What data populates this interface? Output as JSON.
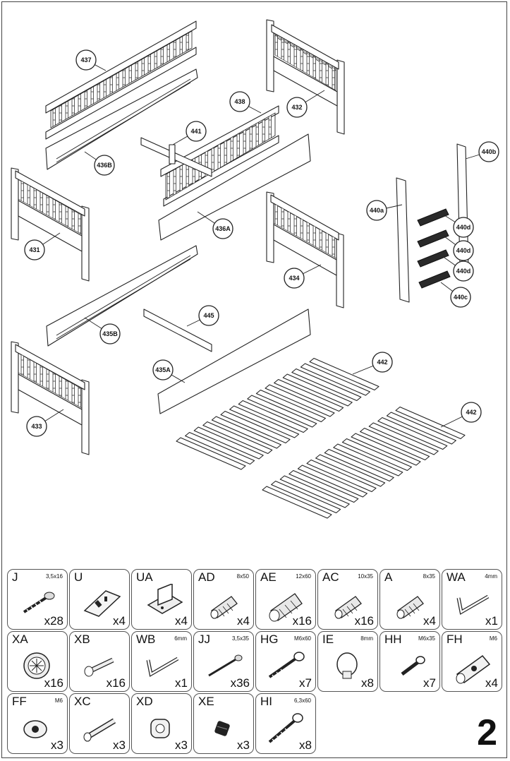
{
  "parts": [
    {
      "id": "p437",
      "label": "437"
    },
    {
      "id": "p432",
      "label": "432"
    },
    {
      "id": "p438",
      "label": "438"
    },
    {
      "id": "p441",
      "label": "441"
    },
    {
      "id": "p436B",
      "label": "436B"
    },
    {
      "id": "p440b",
      "label": "440b"
    },
    {
      "id": "p440a",
      "label": "440a"
    },
    {
      "id": "p436A",
      "label": "436A"
    },
    {
      "id": "p431",
      "label": "431"
    },
    {
      "id": "p440d1",
      "label": "440d"
    },
    {
      "id": "p440d2",
      "label": "440d"
    },
    {
      "id": "p440d3",
      "label": "440d"
    },
    {
      "id": "p440c",
      "label": "440c"
    },
    {
      "id": "p434",
      "label": "434"
    },
    {
      "id": "p445",
      "label": "445"
    },
    {
      "id": "p435B",
      "label": "435B"
    },
    {
      "id": "p442a",
      "label": "442"
    },
    {
      "id": "p435A",
      "label": "435A"
    },
    {
      "id": "p442b",
      "label": "442"
    },
    {
      "id": "p433",
      "label": "433"
    }
  ],
  "hardware": [
    {
      "code": "J",
      "dim": "3,5x16",
      "qty": "x28",
      "icon": "wood-screw-icon"
    },
    {
      "code": "U",
      "dim": "",
      "qty": "x4",
      "icon": "mounting-plate-icon"
    },
    {
      "code": "UA",
      "dim": "",
      "qty": "x4",
      "icon": "angle-bracket-icon"
    },
    {
      "code": "AD",
      "dim": "8x50",
      "qty": "x4",
      "icon": "dowel-icon"
    },
    {
      "code": "AE",
      "dim": "12x60",
      "qty": "x16",
      "icon": "large-dowel-icon"
    },
    {
      "code": "AC",
      "dim": "10x35",
      "qty": "x16",
      "icon": "dowel-icon"
    },
    {
      "code": "A",
      "dim": "8x35",
      "qty": "x4",
      "icon": "dowel-icon"
    },
    {
      "code": "WA",
      "dim": "4mm",
      "qty": "x1",
      "icon": "allen-key-icon"
    },
    {
      "code": "XA",
      "dim": "",
      "qty": "x16",
      "icon": "cam-lock-icon"
    },
    {
      "code": "XB",
      "dim": "",
      "qty": "x16",
      "icon": "cam-bolt-icon"
    },
    {
      "code": "WB",
      "dim": "6mm",
      "qty": "x1",
      "icon": "allen-key-icon"
    },
    {
      "code": "JJ",
      "dim": "3,5x35",
      "qty": "x36",
      "icon": "long-screw-icon"
    },
    {
      "code": "HG",
      "dim": "M6x60",
      "qty": "x7",
      "icon": "bolt-icon"
    },
    {
      "code": "IE",
      "dim": "8mm",
      "qty": "x8",
      "icon": "cap-icon"
    },
    {
      "code": "HH",
      "dim": "M6x35",
      "qty": "x7",
      "icon": "short-bolt-icon"
    },
    {
      "code": "FH",
      "dim": "M6",
      "qty": "x4",
      "icon": "barrel-nut-icon"
    },
    {
      "code": "FF",
      "dim": "M6",
      "qty": "x3",
      "icon": "cross-dowel-icon"
    },
    {
      "code": "XC",
      "dim": "",
      "qty": "x3",
      "icon": "connector-bolt-icon"
    },
    {
      "code": "XD",
      "dim": "",
      "qty": "x3",
      "icon": "sleeve-nut-icon"
    },
    {
      "code": "XE",
      "dim": "",
      "qty": "x3",
      "icon": "insert-nut-icon"
    },
    {
      "code": "HI",
      "dim": "6,3x60",
      "qty": "x8",
      "icon": "lag-screw-icon"
    }
  ],
  "page_number": "2"
}
